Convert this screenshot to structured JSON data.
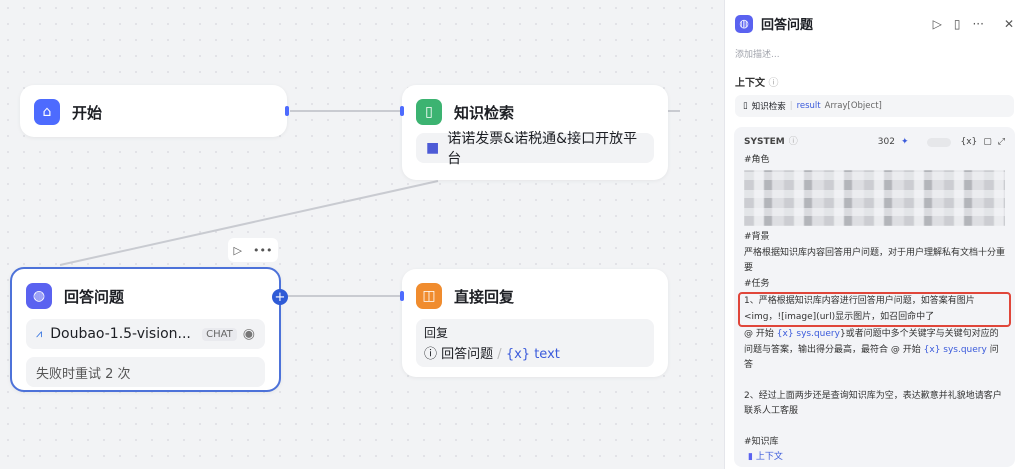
{
  "nodes": {
    "start": {
      "title": "开始",
      "color": "#4d6bfe"
    },
    "knowledge": {
      "title": "知识检索",
      "dataset": "诺诺发票&诺税通&接口开放平台",
      "color": "#3cb371"
    },
    "answer": {
      "title": "回答问题",
      "model": "Doubao-1.5-vision...",
      "model_tag": "CHAT",
      "retry": "失败时重试 2 次",
      "color": "#5a62f0"
    },
    "reply": {
      "title": "直接回复",
      "label": "回复",
      "ref_node": "回答问题",
      "ref_var": "text",
      "color": "#f08c2e"
    }
  },
  "panel": {
    "title": "回答问题",
    "description_placeholder": "添加描述...",
    "context_label": "上下文",
    "context_source": "知识检索",
    "context_var": "result",
    "context_type": "Array[Object]",
    "system_label": "SYSTEM",
    "token_count": "302",
    "prompt": {
      "role": "#角色",
      "bg": "#背景",
      "bg_text": "严格根据知识库内容回答用户问题，对于用户理解私有文档十分重要",
      "task": "#任务",
      "task1": "1、严格根据知识库内容进行回答用户问题，如答案有图片<img，![image](url)显示图片，如召回命中了",
      "start": "开始",
      "query": "sys.query",
      "task1b": "}或者问题中多个关键字与关键句对应的问题与答案，输出得分最高，最符合",
      "task1c": "问答",
      "task2": "2、经过上面两步还是查询知识库为空，表达歉意并礼貌地请客户联系人工客服",
      "kb": "#知识库",
      "ctx": "上下文"
    }
  }
}
